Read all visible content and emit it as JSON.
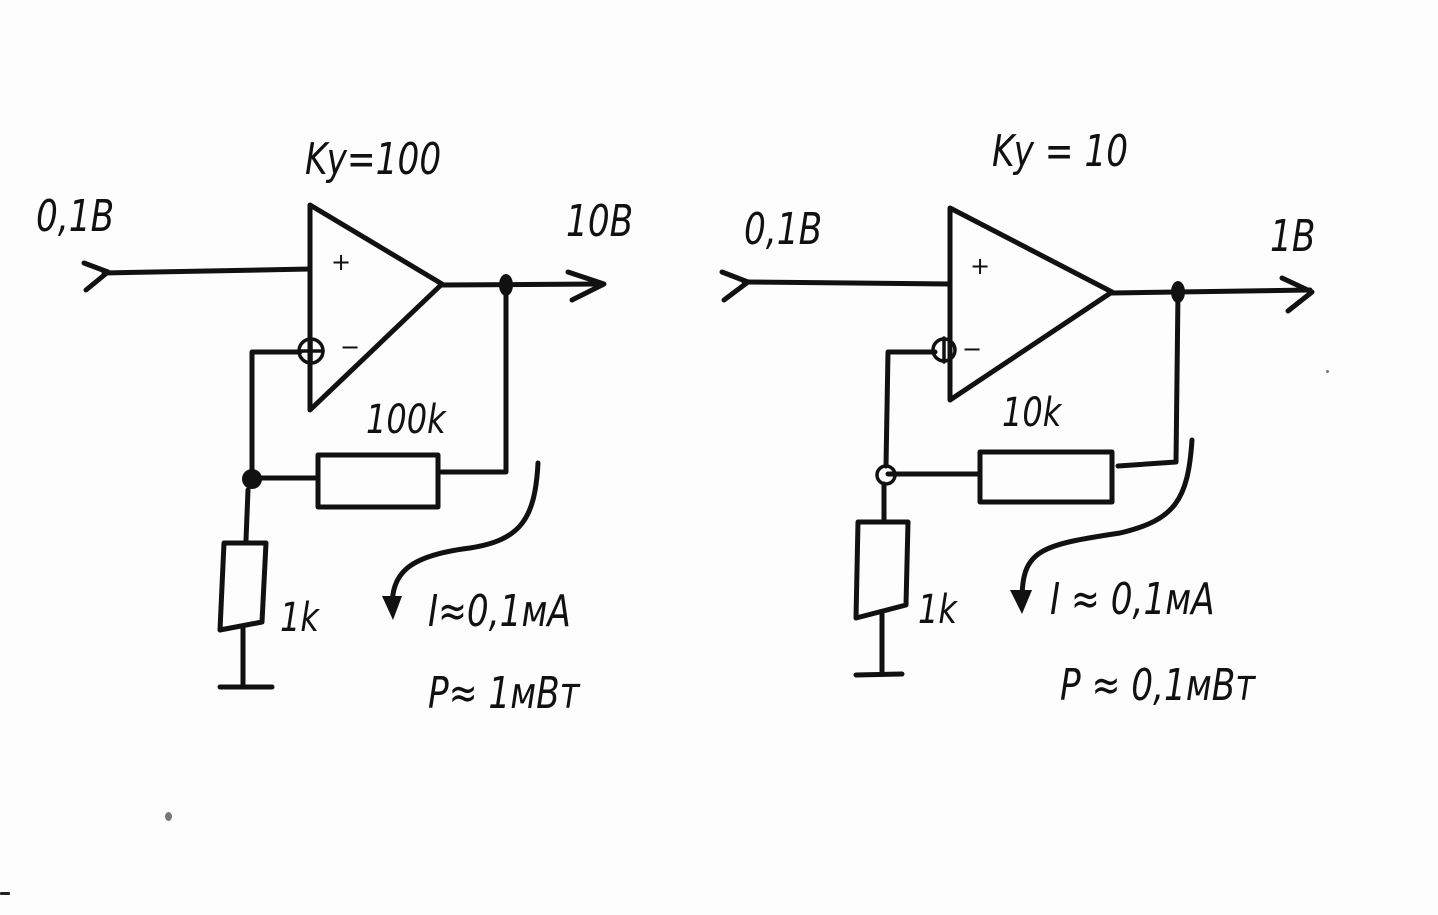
{
  "diagram": {
    "title": "Two non-inverting op-amp amplifiers: gain 100 vs gain 10",
    "circuits": [
      {
        "id": "left",
        "gain_label": "Ky=100",
        "input_label": "0,1B",
        "output_label": "10B",
        "feedback_resistor_label": "100k",
        "ground_resistor_label": "1k",
        "plus_pin": "+",
        "minus_pin": "−",
        "current_label": "I≈0,1мA",
        "power_label": "P≈ 1мBт"
      },
      {
        "id": "right",
        "gain_label": "Ky = 10",
        "input_label": "0,1B",
        "output_label": "1B",
        "feedback_resistor_label": "10k",
        "ground_resistor_label": "1k",
        "plus_pin": "+",
        "minus_pin": "−",
        "current_label": "I ≈ 0,1мA",
        "power_label": "P ≈ 0,1мBт"
      }
    ],
    "colors": {
      "ink": "#111111",
      "paper": "#fdfdfd"
    }
  }
}
